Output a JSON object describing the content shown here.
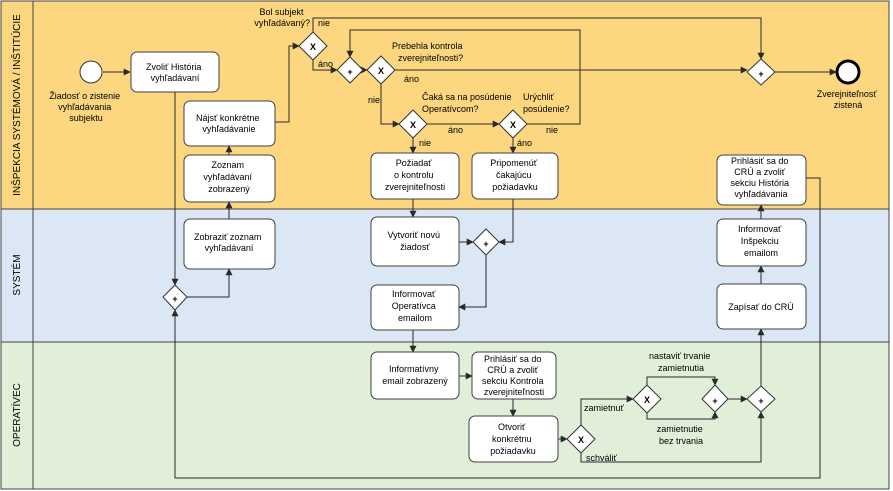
{
  "lanes": [
    {
      "id": "inspekcia",
      "label": "INŠPEKCIA SYSTÉMOVÁ / INŠTITÚCIE",
      "color": "#fcd77f"
    },
    {
      "id": "system",
      "label": "SYSTÉM",
      "color": "#dbe7f5"
    },
    {
      "id": "operativec",
      "label": "OPERATÍVEC",
      "color": "#e1eed8"
    }
  ],
  "start_event": {
    "label": [
      "Žiadosť o zistenie",
      "vyhľadávania",
      "subjektu"
    ]
  },
  "end_event": {
    "label": [
      "Zverejniteľnosť",
      "zistená"
    ]
  },
  "tasks": {
    "zvolit_historia": [
      "Zvoliť História",
      "vyhľadávaní"
    ],
    "najst_konkretne": [
      "Nájsť konkrétne",
      "vyhľadávanie"
    ],
    "zoznam_zobrazeny": [
      "Zoznam",
      "vyhľadávaní",
      "zobrazený"
    ],
    "zobrazit_zoznam": [
      "Zobraziť zoznam",
      "vyhľadávaní"
    ],
    "poziadat_kontrolu": [
      "Požiadať",
      "o kontrolu",
      "zverejniteľnosti"
    ],
    "pripomenut": [
      "Pripomenúť",
      "čakajúcu",
      "požiadavku"
    ],
    "vytvorit_ziadost": [
      "Vytvoriť novú",
      "žiadosť"
    ],
    "informovat_operativca": [
      "Informovať",
      "Operatívca",
      "emailom"
    ],
    "prihlasit_cru_historia": [
      "Prihlásiť sa do",
      "CRÚ a zvoliť",
      "sekciu História",
      "vyhľadávania"
    ],
    "informovat_inspekciu": [
      "Informovať",
      "Inšpekciu",
      "emailom"
    ],
    "zapisat_cru": [
      "Zapísať do CRÚ"
    ],
    "informativny_email": [
      "Informatívny",
      "email zobrazený"
    ],
    "prihlasit_cru_kontrola": [
      "Prihlásiť sa do",
      "CRÚ a zvoliť",
      "sekciu Kontrola",
      "zverejniteľnosti"
    ],
    "otvorit_poziadavku": [
      "Otvoriť",
      "konkrétnu",
      "požiadavku"
    ]
  },
  "gateway_labels": {
    "bol_subjekt": [
      "Bol subjekt",
      "vyhľadávaný?"
    ],
    "prebehla_kontrola": [
      "Prebehla kontrola",
      "zverejniteľnosti?"
    ],
    "caka_sa": [
      "Čaká sa na posúdenie",
      "Operatívcom?"
    ],
    "urychlit": [
      "Urýchliť",
      "posúdenie?"
    ]
  },
  "flow_labels": {
    "nie": "nie",
    "ano": "áno",
    "zamietnut": "zamietnuť",
    "schvalit": "schváliť",
    "nastavit_trvanie": [
      "nastaviť trvanie",
      "zamietnutia"
    ],
    "zamietnutie_bez": [
      "zamietnutie",
      "bez trvania"
    ]
  },
  "gateway_markers": {
    "exclusive": "X",
    "parallel": "+"
  }
}
